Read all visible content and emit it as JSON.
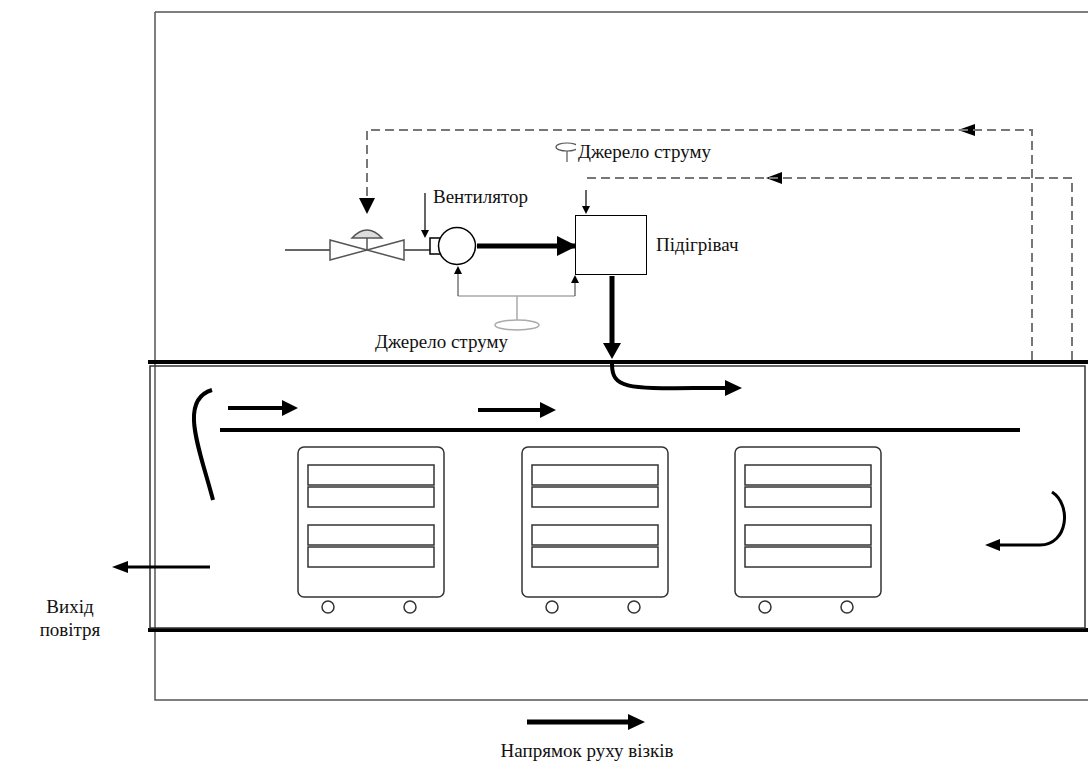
{
  "diagram": {
    "nodes": [
      {
        "text": [
          "Вентилятор"
        ]
      },
      {
        "text": [
          "Підігрівач"
        ]
      }
    ],
    "edges": [
      {
        "from": 0,
        "to": 1,
        "arrow": "to"
      }
    ],
    "labels": [
      "Джерело струму",
      "Джерело струму",
      "Вихід повітря",
      "Напрямок руху візків"
    ]
  }
}
